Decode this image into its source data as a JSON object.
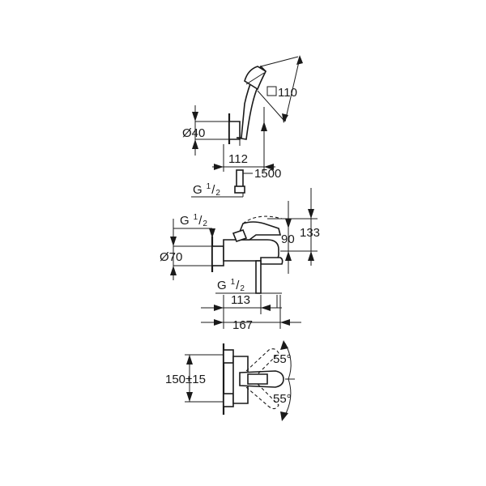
{
  "shower_head": {
    "head_size": "110",
    "holder_diameter": "Ø40",
    "offset": "112"
  },
  "hose": {
    "length": "1500",
    "thread_label": "G",
    "thread_num": "1",
    "thread_den": "2"
  },
  "mixer_side_view": {
    "inlet_thread_label": "G",
    "inlet_thread_num": "1",
    "inlet_thread_den": "2",
    "rosette_diameter": "Ø70",
    "outlet_thread_label": "G",
    "outlet_thread_num": "1",
    "outlet_thread_den": "2",
    "height_total": "133",
    "height_spout": "90",
    "depth_spout": "113",
    "depth_total": "167"
  },
  "mixer_front_view": {
    "angle_up": "55°",
    "angle_down": "55°",
    "centres": "150±15"
  }
}
